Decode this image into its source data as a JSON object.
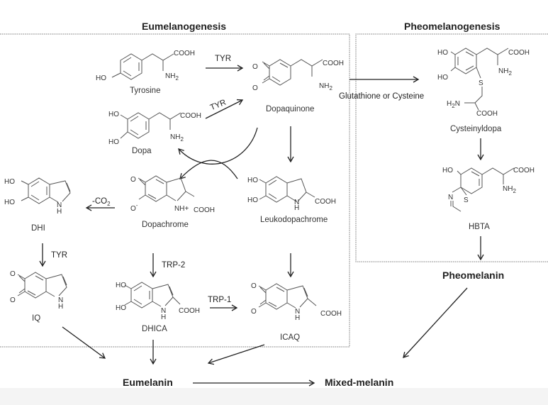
{
  "diagram": {
    "sections": {
      "eumelanogenesis": "Eumelanogenesis",
      "pheomelanogenesis": "Pheomelanogenesis"
    },
    "compounds": {
      "tyrosine": {
        "name": "Tyrosine",
        "groups": {
          "ho": "HO",
          "cooh": "COOH",
          "nh2": "NH",
          "sub2": "2"
        }
      },
      "dopaquinone": {
        "name": "Dopaquinone",
        "groups": {
          "o1": "O",
          "o2": "O",
          "cooh": "COOH",
          "nh2": "NH",
          "sub2": "2"
        }
      },
      "dopa": {
        "name": "Dopa",
        "groups": {
          "ho1": "HO",
          "ho2": "HO",
          "cooh": "COOH",
          "nh2": "NH",
          "sub2": "2"
        }
      },
      "dopachrome": {
        "name": "Dopachrome",
        "groups": {
          "o1": "O",
          "o2": "O",
          "ominus": "-",
          "nh": "NH+",
          "cooh": "COOH"
        }
      },
      "leukodopachrome": {
        "name": "Leukodopachrome",
        "groups": {
          "ho1": "HO",
          "ho2": "HO",
          "n": "N",
          "h": "H",
          "cooh": "COOH"
        }
      },
      "dhi": {
        "name": "DHI",
        "groups": {
          "ho1": "HO",
          "ho2": "HO",
          "n": "N",
          "h": "H"
        }
      },
      "iq": {
        "name": "IQ",
        "groups": {
          "o1": "O",
          "o2": "O",
          "n": "N",
          "h": "H"
        }
      },
      "dhica": {
        "name": "DHICA",
        "groups": {
          "ho1": "HO",
          "ho2": "HO",
          "n": "N",
          "h": "H",
          "cooh": "COOH"
        }
      },
      "icaq": {
        "name": "ICAQ",
        "groups": {
          "o1": "O",
          "o2": "O",
          "n": "N",
          "h": "H",
          "cooh": "COOH"
        }
      },
      "cysteinyldopa": {
        "name": "Cysteinyldopa",
        "groups": {
          "ho1": "HO",
          "ho2": "HO",
          "s": "S",
          "cooh1": "COOH",
          "nh2": "NH",
          "sub2": "2",
          "h2n": "H",
          "h2n_sub": "2",
          "h2n_n": "N",
          "cooh2": "COOH"
        }
      },
      "hbta": {
        "name": "HBTA",
        "groups": {
          "ho": "HO",
          "n": "N",
          "s": "S",
          "cooh": "COOH",
          "nh2": "NH",
          "sub2": "2"
        }
      }
    },
    "reactions": {
      "tyr1": "TYR",
      "tyr2": "TYR",
      "tyr3": "TYR",
      "co2": "-CO",
      "co2_sub": "2",
      "trp2": "TRP-2",
      "trp1": "TRP-1",
      "glutathione": "Glutathione or Cysteine"
    },
    "products": {
      "pheomelanin": "Pheomelanin",
      "eumelanin": "Eumelanin",
      "mixed": "Mixed-melanin"
    }
  }
}
